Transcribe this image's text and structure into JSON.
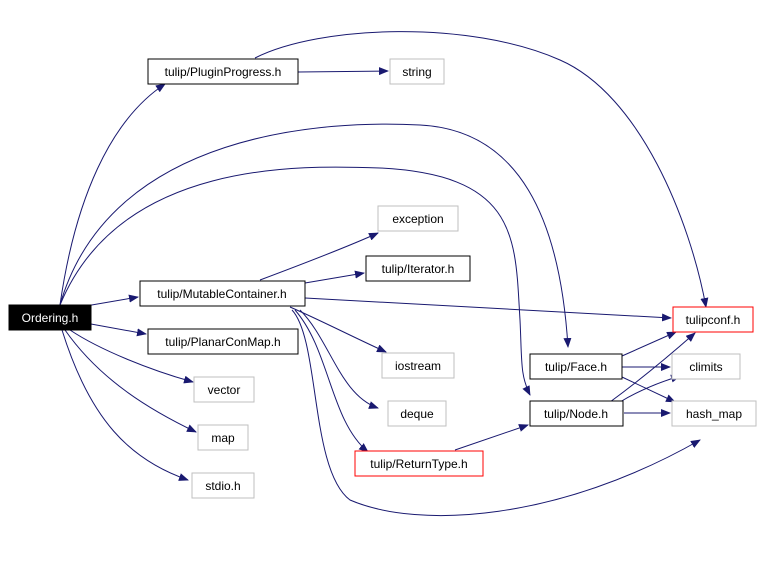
{
  "colors": {
    "edge": "#191970",
    "box_normal": "#000000",
    "box_external": "#bfbfbf",
    "box_highlight": "#ff0000",
    "root_fill": "#000000",
    "root_text": "#ffffff",
    "text": "#000000"
  },
  "nodes": {
    "ordering": "Ordering.h",
    "plugin_progress": "tulip/PluginProgress.h",
    "string": "string",
    "exception": "exception",
    "iterator": "tulip/Iterator.h",
    "mutable_container": "tulip/MutableContainer.h",
    "planar_con_map": "tulip/PlanarConMap.h",
    "tulipconf": "tulipconf.h",
    "iostream": "iostream",
    "face": "tulip/Face.h",
    "climits": "climits",
    "vector": "vector",
    "deque": "deque",
    "node": "tulip/Node.h",
    "hash_map": "hash_map",
    "map": "map",
    "return_type": "tulip/ReturnType.h",
    "stdio": "stdio.h"
  }
}
